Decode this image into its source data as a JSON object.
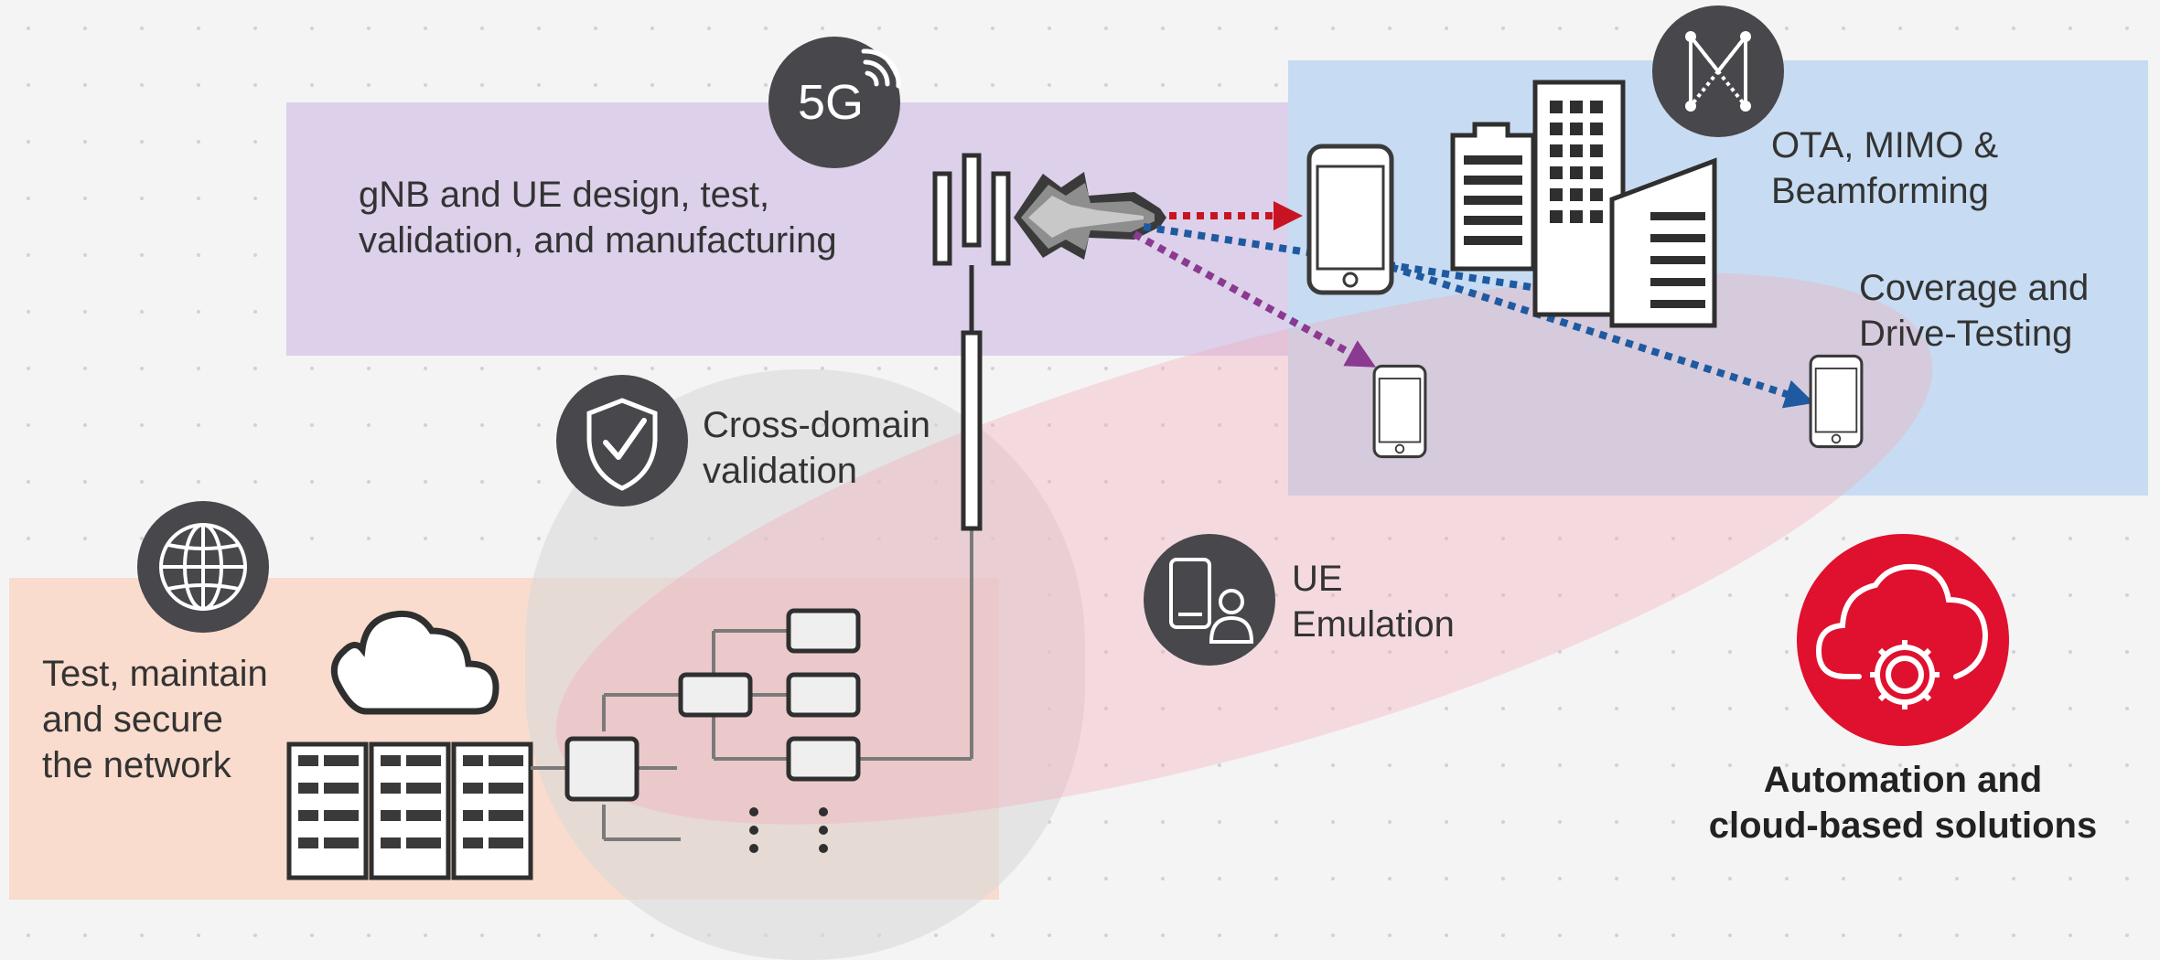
{
  "diagram": {
    "badges": {
      "five_g": "5G"
    },
    "labels": {
      "gnb_ue": {
        "line1": "gNB and UE design, test,",
        "line2": "validation, and manufacturing"
      },
      "ota": {
        "line1": "OTA, MIMO &",
        "line2": "Beamforming"
      },
      "coverage": {
        "line1": "Coverage and",
        "line2": "Drive-Testing"
      },
      "cross_domain": {
        "line1": "Cross-domain",
        "line2": "validation"
      },
      "ue_emulation": {
        "line1": "UE",
        "line2": "Emulation"
      },
      "network": {
        "line1": "Test, maintain",
        "line2": "and secure",
        "line3": "the network"
      },
      "automation": {
        "line1": "Automation and",
        "line2": "cloud-based solutions"
      }
    },
    "icons": [
      "5g-signal-icon",
      "mimo-icon",
      "shield-check-icon",
      "globe-icon",
      "cloud-icon",
      "ue-emulation-icon",
      "cloud-gear-icon",
      "server-rack-icon",
      "antenna-tower-icon",
      "smartphone-icon",
      "building-icon"
    ],
    "colors": {
      "purple_zone": "#dcd0ea",
      "blue_zone": "#c7dcf2",
      "orange_zone": "#f9dccd",
      "gray_zone": "#dcdcdc",
      "pink_ellipse": "#f6b9c4",
      "icon_circle": "#48474c",
      "accent_red": "#e0102f",
      "arrow_red": "#c81422",
      "arrow_blue": "#1f5aa0",
      "arrow_purple": "#8a3a90"
    }
  }
}
